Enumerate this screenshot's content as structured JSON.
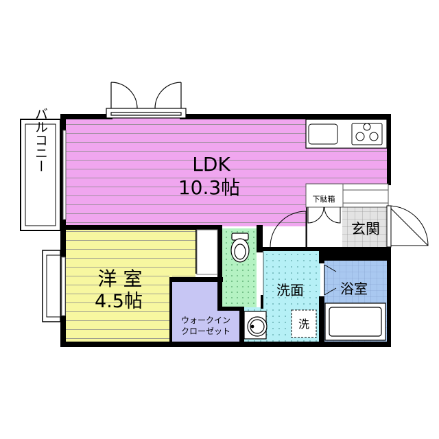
{
  "rooms": {
    "ldk": {
      "name": "LDK",
      "size": "10.3帖",
      "color": "#f0a6ef"
    },
    "western": {
      "name": "洋 室",
      "size": "4.5帖",
      "color": "#f7f7a0"
    },
    "walkin": {
      "name_line1": "ウォークイン",
      "name_line2": "クローゼット",
      "color": "#c7c6f4"
    },
    "toilet": {
      "color": "#b4f2c2"
    },
    "washroom": {
      "name": "洗面",
      "color": "#b6f0f6"
    },
    "laundry": {
      "name": "洗"
    },
    "bathroom": {
      "name": "浴室",
      "color": "#a9c8f0"
    },
    "entrance": {
      "name": "玄関",
      "color": "#e3e3e3"
    },
    "shoe_box": {
      "name": "下駄箱"
    },
    "balcony": {
      "name": "バルコニー"
    }
  },
  "colors": {
    "wall": "#000000",
    "stripe": "#8a8a8a",
    "outline": "#555555"
  },
  "icons": [
    "door-swing-icon",
    "sink-icon",
    "stove-icon",
    "toilet-icon",
    "washbasin-icon",
    "bathtub-icon"
  ]
}
